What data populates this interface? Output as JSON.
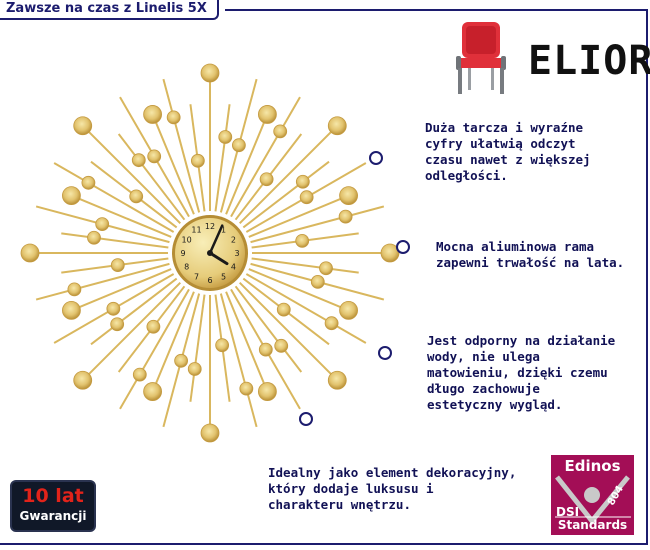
{
  "header": {
    "title": "Zawsze na czas z Linelis 5X"
  },
  "logo": {
    "brand": "ELIOR",
    "icon": "armchair-icon",
    "accent_color": "#e0303a"
  },
  "callouts": [
    {
      "lines": [
        "Duża tarcza i wyraźne",
        "cyfry ułatwią odczyt",
        "czasu nawet z większej",
        "odległości."
      ]
    },
    {
      "lines": [
        "Mocna aliuminowa rama",
        "zapewni trwałość na lata."
      ]
    },
    {
      "lines": [
        "Jest odporny na działanie",
        "wody, nie ulega",
        "matowieniu, dzięki czemu",
        "długo zachowuje",
        "estetyczny wygląd."
      ]
    },
    {
      "lines": [
        "Idealny jako element dekoracyjny,",
        "który dodaje luksusu i",
        "charakteru wnętrzu."
      ]
    }
  ],
  "clock": {
    "numerals": [
      "12",
      "1",
      "2",
      "3",
      "4",
      "5",
      "6",
      "7",
      "8",
      "9",
      "10",
      "11"
    ],
    "gold_color": "#d9b75e",
    "time": {
      "hour": 4,
      "minute": 4
    }
  },
  "warranty": {
    "years": "10 lat",
    "label": "Gwarancji"
  },
  "certification": {
    "brand": "Edinos",
    "dsi": "DSI",
    "code": "804",
    "standards": "Standards"
  }
}
